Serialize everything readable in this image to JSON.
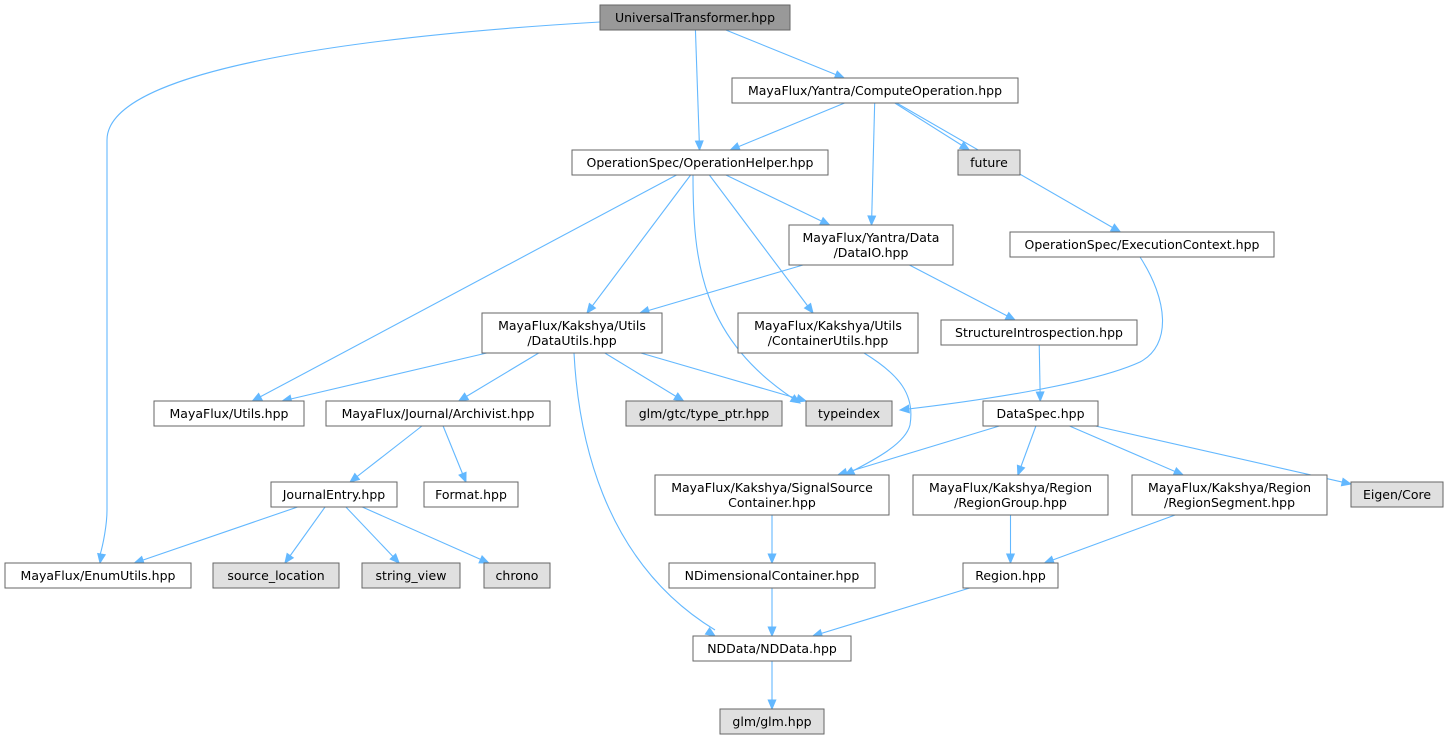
{
  "colors": {
    "root_fill": "#999999",
    "node_fill": "#ffffff",
    "system_fill": "#e0e0e0",
    "border": "#666666",
    "edge": "#63b8ff"
  },
  "nodes": [
    {
      "id": "root",
      "kind": "root",
      "lines": [
        "UniversalTransformer.hpp"
      ]
    },
    {
      "id": "compute",
      "kind": "file",
      "lines": [
        "MayaFlux/Yantra/ComputeOperation.hpp"
      ]
    },
    {
      "id": "future",
      "kind": "system",
      "lines": [
        "future"
      ]
    },
    {
      "id": "ophelper",
      "kind": "file",
      "lines": [
        "OperationSpec/OperationHelper.hpp"
      ]
    },
    {
      "id": "dataio",
      "kind": "file",
      "lines": [
        "MayaFlux/Yantra/Data",
        "/DataIO.hpp"
      ]
    },
    {
      "id": "execctx",
      "kind": "file",
      "lines": [
        "OperationSpec/ExecutionContext.hpp"
      ]
    },
    {
      "id": "datautils",
      "kind": "file",
      "lines": [
        "MayaFlux/Kakshya/Utils",
        "/DataUtils.hpp"
      ]
    },
    {
      "id": "containerutils",
      "kind": "file",
      "lines": [
        "MayaFlux/Kakshya/Utils",
        "/ContainerUtils.hpp"
      ]
    },
    {
      "id": "structintro",
      "kind": "file",
      "lines": [
        "StructureIntrospection.hpp"
      ]
    },
    {
      "id": "utils",
      "kind": "file",
      "lines": [
        "MayaFlux/Utils.hpp"
      ]
    },
    {
      "id": "archivist",
      "kind": "file",
      "lines": [
        "MayaFlux/Journal/Archivist.hpp"
      ]
    },
    {
      "id": "typeptr",
      "kind": "system",
      "lines": [
        "glm/gtc/type_ptr.hpp"
      ]
    },
    {
      "id": "typeindex",
      "kind": "system",
      "lines": [
        "typeindex"
      ]
    },
    {
      "id": "dataspec",
      "kind": "file",
      "lines": [
        "DataSpec.hpp"
      ]
    },
    {
      "id": "journalentry",
      "kind": "file",
      "lines": [
        "JournalEntry.hpp"
      ]
    },
    {
      "id": "format",
      "kind": "file",
      "lines": [
        "Format.hpp"
      ]
    },
    {
      "id": "signalsource",
      "kind": "file",
      "lines": [
        "MayaFlux/Kakshya/SignalSource",
        "Container.hpp"
      ]
    },
    {
      "id": "regiongroup",
      "kind": "file",
      "lines": [
        "MayaFlux/Kakshya/Region",
        "/RegionGroup.hpp"
      ]
    },
    {
      "id": "regionsegment",
      "kind": "file",
      "lines": [
        "MayaFlux/Kakshya/Region",
        "/RegionSegment.hpp"
      ]
    },
    {
      "id": "eigen",
      "kind": "system",
      "lines": [
        "Eigen/Core"
      ]
    },
    {
      "id": "enumutils",
      "kind": "file",
      "lines": [
        "MayaFlux/EnumUtils.hpp"
      ]
    },
    {
      "id": "sourcelocation",
      "kind": "system",
      "lines": [
        "source_location"
      ]
    },
    {
      "id": "stringview",
      "kind": "system",
      "lines": [
        "string_view"
      ]
    },
    {
      "id": "chrono",
      "kind": "system",
      "lines": [
        "chrono"
      ]
    },
    {
      "id": "ndimcontainer",
      "kind": "file",
      "lines": [
        "NDimensionalContainer.hpp"
      ]
    },
    {
      "id": "region",
      "kind": "file",
      "lines": [
        "Region.hpp"
      ]
    },
    {
      "id": "nddata",
      "kind": "file",
      "lines": [
        "NDData/NDData.hpp"
      ]
    },
    {
      "id": "glm",
      "kind": "system",
      "lines": [
        "glm/glm.hpp"
      ]
    }
  ],
  "edges": [
    [
      "root",
      "enumutils"
    ],
    [
      "root",
      "ophelper"
    ],
    [
      "root",
      "compute"
    ],
    [
      "compute",
      "ophelper"
    ],
    [
      "compute",
      "future"
    ],
    [
      "compute",
      "dataio"
    ],
    [
      "compute",
      "execctx"
    ],
    [
      "ophelper",
      "utils"
    ],
    [
      "ophelper",
      "datautils"
    ],
    [
      "ophelper",
      "typeindex"
    ],
    [
      "ophelper",
      "containerutils"
    ],
    [
      "ophelper",
      "dataio"
    ],
    [
      "dataio",
      "datautils"
    ],
    [
      "dataio",
      "structintro"
    ],
    [
      "execctx",
      "typeindex"
    ],
    [
      "datautils",
      "utils"
    ],
    [
      "datautils",
      "archivist"
    ],
    [
      "datautils",
      "nddata"
    ],
    [
      "datautils",
      "typeptr"
    ],
    [
      "datautils",
      "typeindex"
    ],
    [
      "containerutils",
      "signalsource"
    ],
    [
      "structintro",
      "dataspec"
    ],
    [
      "archivist",
      "journalentry"
    ],
    [
      "archivist",
      "format"
    ],
    [
      "journalentry",
      "enumutils"
    ],
    [
      "journalentry",
      "sourcelocation"
    ],
    [
      "journalentry",
      "stringview"
    ],
    [
      "journalentry",
      "chrono"
    ],
    [
      "dataspec",
      "signalsource"
    ],
    [
      "dataspec",
      "regiongroup"
    ],
    [
      "dataspec",
      "regionsegment"
    ],
    [
      "dataspec",
      "eigen"
    ],
    [
      "signalsource",
      "ndimcontainer"
    ],
    [
      "regiongroup",
      "region"
    ],
    [
      "regionsegment",
      "region"
    ],
    [
      "ndimcontainer",
      "nddata"
    ],
    [
      "region",
      "nddata"
    ],
    [
      "nddata",
      "glm"
    ]
  ]
}
